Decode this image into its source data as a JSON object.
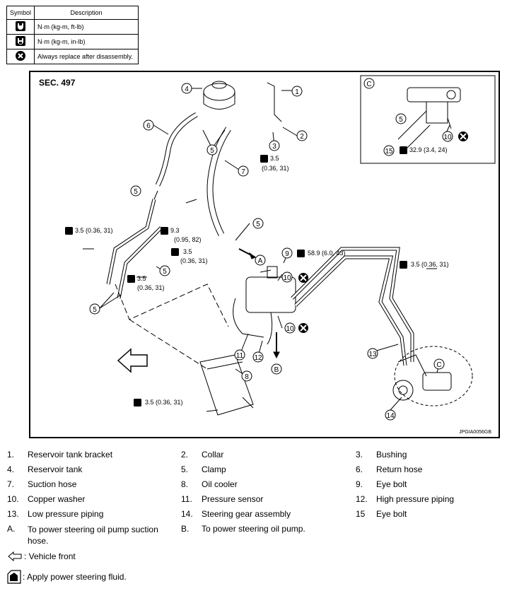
{
  "symbol_table": {
    "header_symbol": "Symbol",
    "header_description": "Description",
    "rows": [
      {
        "icon": "torque-wrench-ft-lb-icon",
        "description": "N·m (kg-m, ft-lb)"
      },
      {
        "icon": "torque-wrench-in-lb-icon",
        "description": "N·m (kg-m, in-lb)"
      },
      {
        "icon": "always-replace-icon",
        "description": "Always replace after disassembly."
      }
    ]
  },
  "figure": {
    "section": "SEC. 497",
    "code": "JPGIA0056GB",
    "callouts": [
      "1",
      "2",
      "3",
      "4",
      "5",
      "6",
      "7",
      "8",
      "9",
      "10",
      "11",
      "12",
      "13",
      "14",
      "15",
      "A",
      "B",
      "C"
    ],
    "torques": {
      "t1": "3.5",
      "t1b": "(0.36, 31)",
      "t2": "3.5 (0.36, 31)",
      "t3": "9.3",
      "t3b": "(0.95, 82)",
      "t4": "3.5",
      "t4b": "(0.36, 31)",
      "t5": "3.5",
      "t5b": "(0.36, 31)",
      "t6": "58.9 (6.0, 43)",
      "t7": "3.5 (0.36, 31)",
      "t8": "3.5 (0.36, 31)",
      "t9": "32.9 (3.4, 24)"
    }
  },
  "legend": [
    {
      "num": "1.",
      "text": "Reservoir tank bracket"
    },
    {
      "num": "2.",
      "text": "Collar"
    },
    {
      "num": "3.",
      "text": "Bushing"
    },
    {
      "num": "4.",
      "text": "Reservoir tank"
    },
    {
      "num": "5.",
      "text": "Clamp"
    },
    {
      "num": "6.",
      "text": "Return hose"
    },
    {
      "num": "7.",
      "text": "Suction hose"
    },
    {
      "num": "8.",
      "text": "Oil cooler"
    },
    {
      "num": "9.",
      "text": "Eye bolt"
    },
    {
      "num": "10.",
      "text": "Copper washer"
    },
    {
      "num": "11.",
      "text": "Pressure sensor"
    },
    {
      "num": "12.",
      "text": "High pressure piping"
    },
    {
      "num": "13.",
      "text": "Low pressure piping"
    },
    {
      "num": "14.",
      "text": "Steering gear assembly"
    },
    {
      "num": "15",
      "text": "Eye bolt"
    },
    {
      "num": "A.",
      "text": "To power steering oil pump suction hose."
    },
    {
      "num": "B.",
      "text": "To power steering oil pump."
    }
  ],
  "notes": {
    "vehicle_front": ": Vehicle front",
    "apply_fluid": ": Apply power steering fluid."
  }
}
